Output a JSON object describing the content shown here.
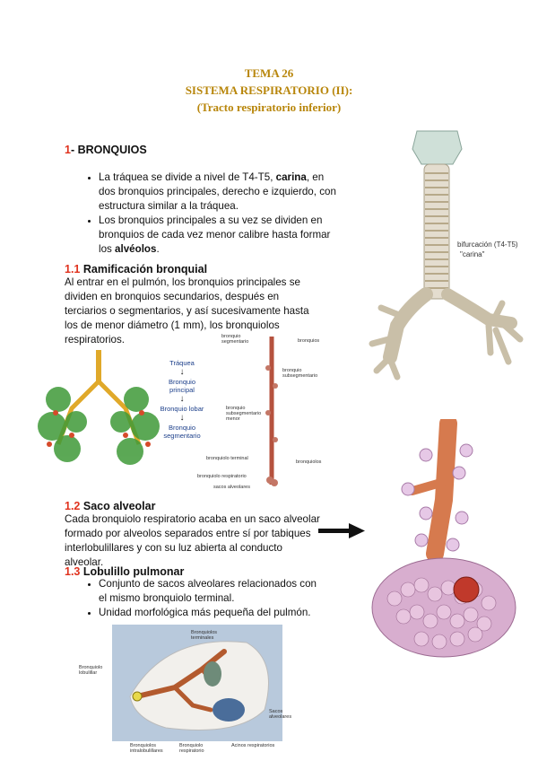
{
  "header": {
    "line1": "TEMA 26",
    "line2": "SISTEMA RESPIRATORIO (II):",
    "line3": "(Tracto respiratorio inferior)"
  },
  "s1": {
    "num": "1",
    "title": "- BRONQUIOS",
    "b1_a": "La tráquea se divide a nivel de T4-T5, ",
    "b1_b": "carina",
    "b1_c": ", en dos bronquios principales, derecho e izquierdo, con estructura similar a la tráquea.",
    "b2_a": "Los bronquios principales a su vez se dividen en bronquios de cada vez menor calibre hasta formar los ",
    "b2_b": "alvéolos",
    "b2_c": "."
  },
  "s11": {
    "num": "1.1",
    "title": " Ramificación bronquial",
    "text": "Al entrar en el pulmón, los bronquios principales se dividen en bronquios secundarios, después en terciarios o segmentarios, y así sucesivamente hasta los de menor diámetro (1 mm), los bronquiolos respiratorios."
  },
  "s12": {
    "num": "1.2",
    "title": " Saco alveolar",
    "text": "Cada bronquiolo respiratorio acaba en un saco alveolar formado por alveolos separados entre sí por tabiques interlobulillares y con su luz abierta al conducto alveolar."
  },
  "s13": {
    "num": "1.3",
    "title": " Lobulillo pulmonar",
    "b1": "Conjunto de sacos alveolares relacionados con el mismo bronquiolo terminal.",
    "b2": "Unidad morfológica más pequeña del pulmón."
  },
  "trachea_fig": {
    "carina_note_1": "bifurcación (T4-T5)",
    "carina_note_2": "\"carina\""
  },
  "flow_fig": {
    "steps": [
      "Tráquea",
      "Bronquio principal",
      "Bronquio lobar",
      "Bronquio segmentario"
    ]
  },
  "branch_fig": {
    "l1": "bronquio segmentario",
    "l2": "bronquio subsegmentario",
    "l3": "bronquio subsegmentario menor",
    "l4": "bronquiolo terminal",
    "l5": "bronquiolo respiratorio",
    "l6": "sacos alveolares",
    "r1": "bronquios",
    "r2": "bronquiolos"
  },
  "lobule_fig": {
    "l1": "Bronquiolo lobulillar",
    "l2": "Bronquiolos terminales",
    "l3": "Sacos alveolares",
    "l4": "Bronquiolos intralobulillares",
    "l5": "Bronquiolo respiratorio",
    "l6": "Acinos respiratorios"
  }
}
